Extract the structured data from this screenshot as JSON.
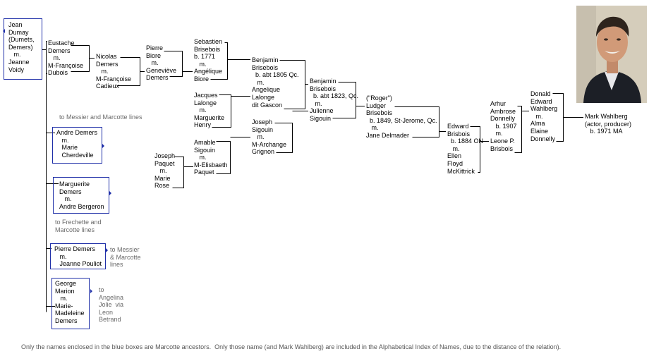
{
  "footnote": "Only the names enclosed in the blue boxes are Marcotte ancestors.  Only those name (and Mark Wahlberg) are included in the Alphabetical Index of Names, due to the distance of the relation).",
  "photo": {
    "subject": "Mark Wahlberg portrait",
    "colors": {
      "bg": "#d5cdbb",
      "suit": "#1c1f26",
      "skin": "#d19a78",
      "hair": "#2e241d",
      "shirt": "#e7e7ea"
    }
  },
  "colors": {
    "box_border": "#1f2fa8",
    "line": "#000000",
    "note": "#6b6b6b"
  },
  "nodes": [
    {
      "id": "jean",
      "text": "Jean\nDumay\n(Dumets,\nDemers)\n   m.\nJeanne\nVoidy"
    },
    {
      "id": "eustache",
      "text": "Eustache\nDemers\n   m.\nM-Françoise\nDubois"
    },
    {
      "id": "nicolas",
      "text": "Nicolas\nDemers\n   m.\nM-Françoise\nCadieux"
    },
    {
      "id": "pierre_biore",
      "text": "Pierre\nBiore\n   m.\nGeneviève\nDemers"
    },
    {
      "id": "sebastien",
      "text": "Sebastien\nBrisebois\nb. 1771\n   m.\nAngélique\nBiore"
    },
    {
      "id": "benjamin1",
      "text": "Benjamin\nBrisebois\n  b. abt 1805 Qc.\n   m.\nAngelique\nLalonge\ndit Gascon"
    },
    {
      "id": "jacques",
      "text": "Jacques\nLalonge\n   m.\nMarguerite\nHenry"
    },
    {
      "id": "benjamin2",
      "text": "Benjamin\nBrisebois\n  b. abt 1823, Qc.\n   m.\nJulienne\nSigouin"
    },
    {
      "id": "joseph_sigouin",
      "text": "Joseph\nSigouin\n   m.\nM-Archange\nGrignon"
    },
    {
      "id": "amable",
      "text": "Amable\nSigouin\n   m.\nM-Elisbaeth\nPaquet"
    },
    {
      "id": "joseph_paquet",
      "text": "Joseph\nPaquet\n   m.\nMarie\nRose"
    },
    {
      "id": "ludger",
      "text": "(\"Roger\")\nLudger\nBrisebois\n  b. 1849, St-Jerome, Qc.\n   m.\nJane Delmader"
    },
    {
      "id": "edward",
      "text": "Edward\nBrisbois\n  b. 1884 ON\n   m.\nEllen\nFloyd\nMcKittrick"
    },
    {
      "id": "arhur",
      "text": "Arhur\nAmbrose\nDonnelly\n   b. 1907\n   m.\nLeone P.\nBrisbois"
    },
    {
      "id": "donald",
      "text": "Donald\nEdward\nWahlberg\n   m.\nAlma\nElaine\nDonnelly"
    },
    {
      "id": "mark",
      "text": "Mark Wahlberg\n(actor, producer)\n   b. 1971 MA"
    },
    {
      "id": "andre_demers",
      "text": "Andre Demers\n   m.\n   Marie\n   Cherdeville"
    },
    {
      "id": "marguerite",
      "text": "Marguerite\nDemers\n   m.\nAndre Bergeron"
    },
    {
      "id": "pierre_demers",
      "text": "Pierre Demers\n   m.\n   Jeanne Pouliot"
    },
    {
      "id": "george",
      "text": "George\nMarion\n   m.\nMarie-\nMadeleine\nDemers"
    }
  ],
  "notes": [
    {
      "id": "messier1",
      "text": "to Messier and Marcotte lines"
    },
    {
      "id": "frechette",
      "text": "to Frechette and\nMarcotte lines"
    },
    {
      "id": "messier2",
      "text": "to Messier\n& Marcotte\nlines"
    },
    {
      "id": "jolie",
      "text": "to\nAngelina\nJolie  via\nLeon\nBetrand"
    }
  ]
}
